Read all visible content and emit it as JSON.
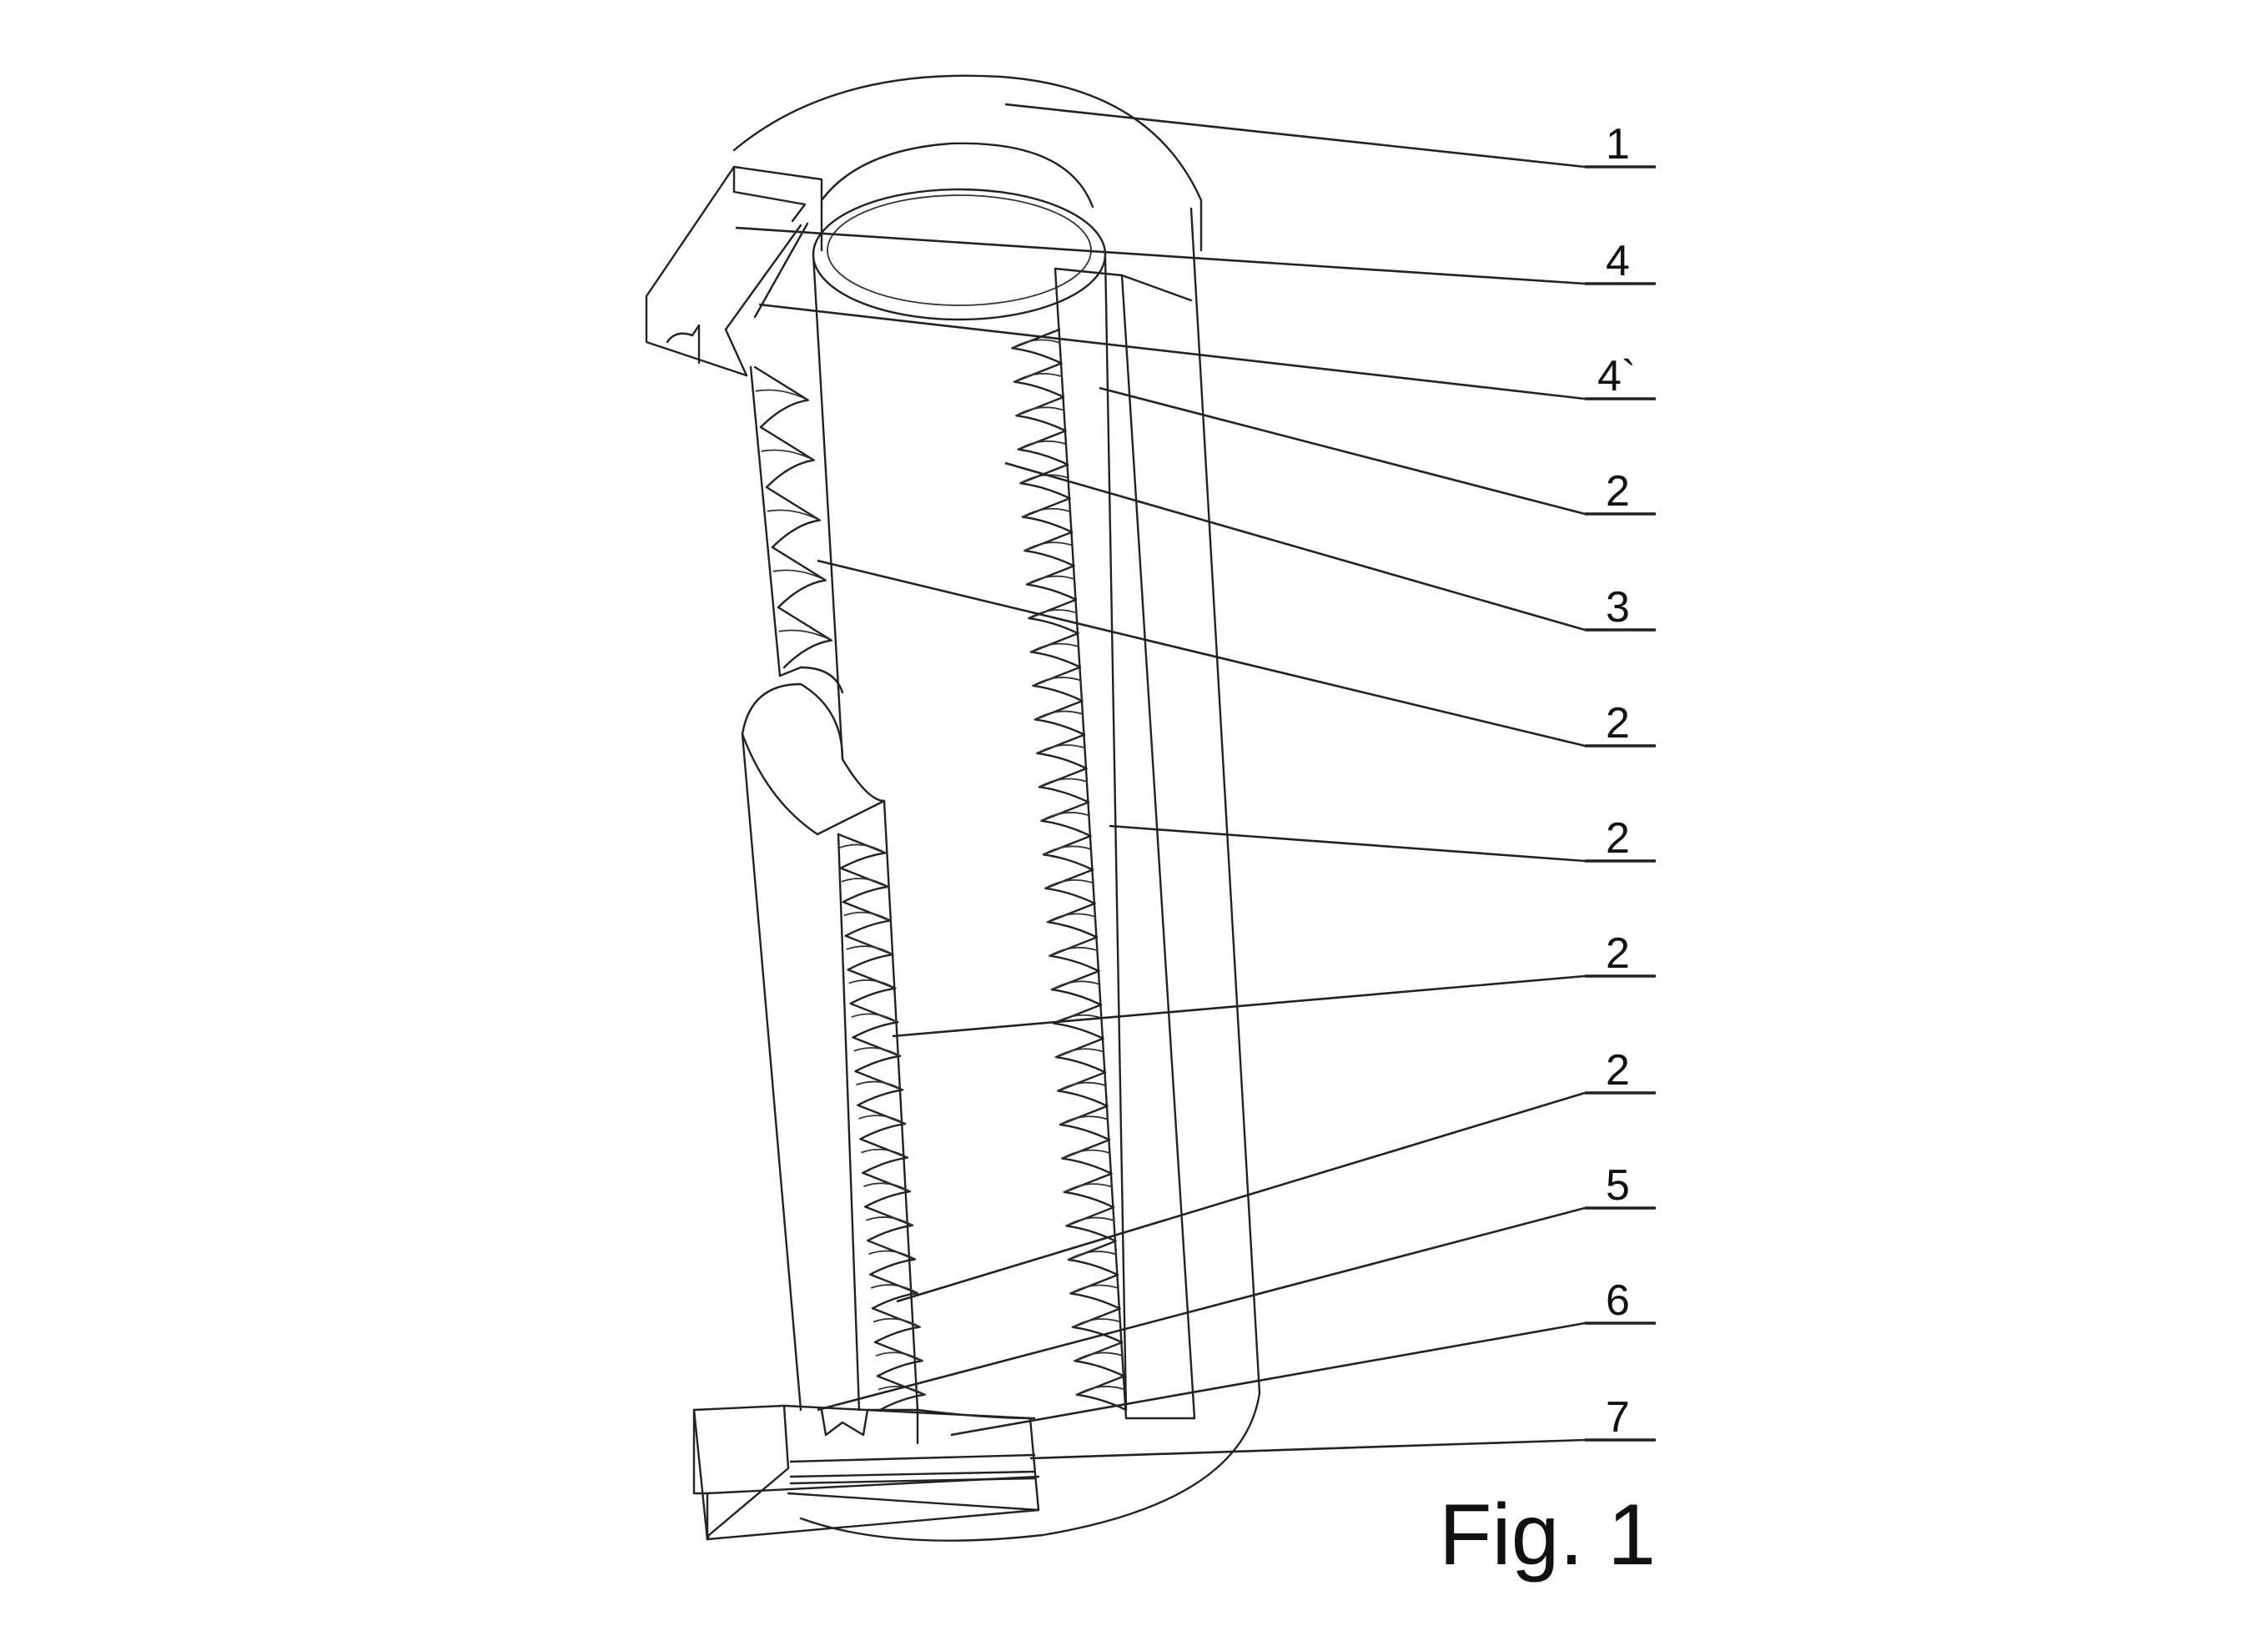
{
  "figure": {
    "caption": "Fig. 1",
    "labels": [
      {
        "id": "1",
        "text": "1"
      },
      {
        "id": "4",
        "text": "4"
      },
      {
        "id": "4p",
        "text": "4`"
      },
      {
        "id": "2a",
        "text": "2"
      },
      {
        "id": "3",
        "text": "3"
      },
      {
        "id": "2b",
        "text": "2"
      },
      {
        "id": "2c",
        "text": "2"
      },
      {
        "id": "2d",
        "text": "2"
      },
      {
        "id": "2e",
        "text": "2"
      },
      {
        "id": "5",
        "text": "5"
      },
      {
        "id": "6",
        "text": "6"
      },
      {
        "id": "7",
        "text": "7"
      }
    ]
  },
  "colors": {
    "line": "#222222",
    "background": "#ffffff"
  }
}
